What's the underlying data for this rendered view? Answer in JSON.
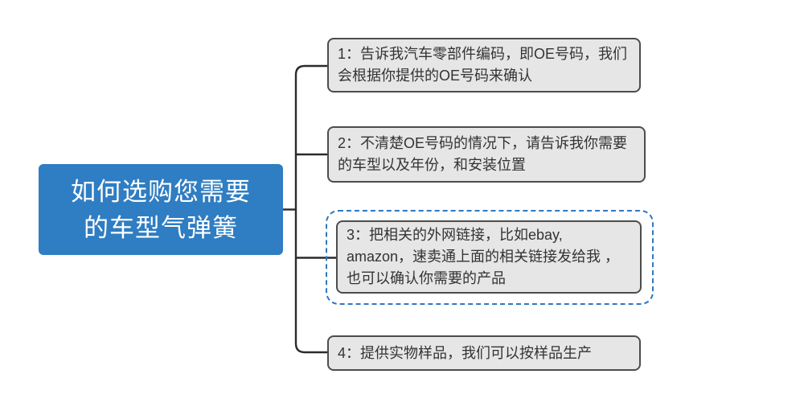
{
  "diagram": {
    "root": {
      "text": "如何选购您需要\n的车型气弹簧"
    },
    "topics": [
      {
        "index": "1",
        "text": "1：告诉我汽车零部件编码，即OE号码，我们\n会根据你提供的OE号码来确认",
        "selected": false
      },
      {
        "index": "2",
        "text": "2：不清楚OE号码的情况下，请告诉我你需要\n的车型以及年份，和安装位置",
        "selected": false
      },
      {
        "index": "3",
        "text": "3：把相关的外网链接，比如ebay,\namazon，速卖通上面的相关链接发给我 ，\n也可以确认你需要的产品",
        "selected": true
      },
      {
        "index": "4",
        "text": "4：提供实物样品，我们可以按样品生产",
        "selected": false
      }
    ]
  },
  "colors": {
    "background": "#ffffff",
    "root-fill": "#2f7dc2",
    "root-text": "#ffffff",
    "node-fill": "#e6e6e6",
    "node-border": "#4d4d4d",
    "node-text": "#333333",
    "selection": "#2e78c2",
    "connector": "#2b2b2b"
  }
}
